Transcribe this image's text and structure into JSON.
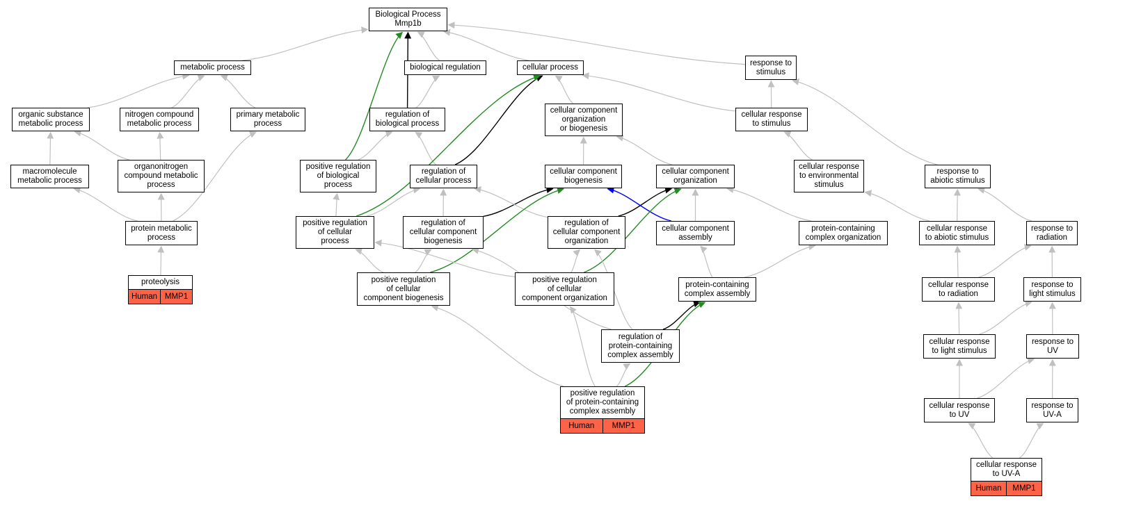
{
  "colors": {
    "gray": "#c0c0c0",
    "black": "#000000",
    "green": "#228b22",
    "blue": "#0000ff",
    "annotation": "#ff6347"
  },
  "nodes": [
    {
      "id": "bp",
      "lines": [
        "Biological Process",
        "Mmp1b"
      ]
    },
    {
      "id": "metab",
      "lines": [
        "metabolic process"
      ]
    },
    {
      "id": "bioreg",
      "lines": [
        "biological regulation"
      ]
    },
    {
      "id": "cellproc",
      "lines": [
        "cellular process"
      ]
    },
    {
      "id": "respstim",
      "lines": [
        "response to",
        "stimulus"
      ]
    },
    {
      "id": "orgsub",
      "lines": [
        "organic substance",
        "metabolic process"
      ]
    },
    {
      "id": "nitro",
      "lines": [
        "nitrogen compound",
        "metabolic process"
      ]
    },
    {
      "id": "primary",
      "lines": [
        "primary metabolic",
        "process"
      ]
    },
    {
      "id": "regbio",
      "lines": [
        "regulation of",
        "biological process"
      ]
    },
    {
      "id": "ccorgbio",
      "lines": [
        "cellular component",
        "organization",
        "or biogenesis"
      ]
    },
    {
      "id": "cellresp",
      "lines": [
        "cellular response",
        "to stimulus"
      ]
    },
    {
      "id": "macro",
      "lines": [
        "macromolecule",
        "metabolic process"
      ]
    },
    {
      "id": "organonit",
      "lines": [
        "organonitrogen",
        "compound metabolic",
        "process"
      ]
    },
    {
      "id": "posregbio",
      "lines": [
        "positive regulation",
        "of biological",
        "process"
      ]
    },
    {
      "id": "regcell",
      "lines": [
        "regulation of",
        "cellular process"
      ]
    },
    {
      "id": "ccbio",
      "lines": [
        "cellular component",
        "biogenesis"
      ]
    },
    {
      "id": "ccorg",
      "lines": [
        "cellular component",
        "organization"
      ]
    },
    {
      "id": "cellrespenv",
      "lines": [
        "cellular response",
        "to environmental",
        "stimulus"
      ]
    },
    {
      "id": "respabio",
      "lines": [
        "response to",
        "abiotic stimulus"
      ]
    },
    {
      "id": "protmetab",
      "lines": [
        "protein metabolic",
        "process"
      ]
    },
    {
      "id": "posregcell",
      "lines": [
        "positive regulation",
        "of cellular",
        "process"
      ]
    },
    {
      "id": "regccbio",
      "lines": [
        "regulation of",
        "cellular component",
        "biogenesis"
      ]
    },
    {
      "id": "regccorg",
      "lines": [
        "regulation of",
        "cellular component",
        "organization"
      ]
    },
    {
      "id": "ccassem",
      "lines": [
        "cellular component",
        "assembly"
      ]
    },
    {
      "id": "pcorg",
      "lines": [
        "protein-containing",
        "complex organization"
      ]
    },
    {
      "id": "cellrespabio",
      "lines": [
        "cellular response",
        "to abiotic stimulus"
      ]
    },
    {
      "id": "resprad",
      "lines": [
        "response to",
        "radiation"
      ]
    },
    {
      "id": "proteolysis",
      "lines": [
        "proteolysis"
      ],
      "annotation": [
        "Human",
        "MMP1"
      ]
    },
    {
      "id": "posregccbio",
      "lines": [
        "positive regulation",
        "of cellular",
        "component biogenesis"
      ]
    },
    {
      "id": "posregccorg",
      "lines": [
        "positive regulation",
        "of cellular",
        "component organization"
      ]
    },
    {
      "id": "pcassem",
      "lines": [
        "protein-containing",
        "complex assembly"
      ]
    },
    {
      "id": "cellresprad",
      "lines": [
        "cellular response",
        "to radiation"
      ]
    },
    {
      "id": "resplight",
      "lines": [
        "response to",
        "light stimulus"
      ]
    },
    {
      "id": "regpcassem",
      "lines": [
        "regulation of",
        "protein-containing",
        "complex assembly"
      ]
    },
    {
      "id": "cellresplight",
      "lines": [
        "cellular response",
        "to light stimulus"
      ]
    },
    {
      "id": "respuv",
      "lines": [
        "response to",
        "UV"
      ]
    },
    {
      "id": "posregpcassem",
      "lines": [
        "positive regulation",
        "of protein-containing",
        "complex assembly"
      ],
      "annotation": [
        "Human",
        "MMP1"
      ]
    },
    {
      "id": "cellrespuv",
      "lines": [
        "cellular response",
        "to UV"
      ]
    },
    {
      "id": "respuva",
      "lines": [
        "response to",
        "UV-A"
      ]
    },
    {
      "id": "cellrespuva",
      "lines": [
        "cellular response",
        "to UV-A"
      ],
      "annotation": [
        "Human",
        "MMP1"
      ]
    }
  ],
  "edges": [
    {
      "from": "metab",
      "to": "bp",
      "color": "gray"
    },
    {
      "from": "bioreg",
      "to": "bp",
      "color": "gray"
    },
    {
      "from": "cellproc",
      "to": "bp",
      "color": "gray"
    },
    {
      "from": "respstim",
      "to": "bp",
      "color": "gray"
    },
    {
      "from": "orgsub",
      "to": "metab",
      "color": "gray"
    },
    {
      "from": "nitro",
      "to": "metab",
      "color": "gray"
    },
    {
      "from": "primary",
      "to": "metab",
      "color": "gray"
    },
    {
      "from": "regbio",
      "to": "bioreg",
      "color": "gray"
    },
    {
      "from": "regbio",
      "to": "bp",
      "color": "black"
    },
    {
      "from": "ccorgbio",
      "to": "cellproc",
      "color": "gray"
    },
    {
      "from": "cellresp",
      "to": "cellproc",
      "color": "gray"
    },
    {
      "from": "cellresp",
      "to": "respstim",
      "color": "gray"
    },
    {
      "from": "macro",
      "to": "orgsub",
      "color": "gray"
    },
    {
      "from": "organonit",
      "to": "orgsub",
      "color": "gray"
    },
    {
      "from": "organonit",
      "to": "nitro",
      "color": "gray"
    },
    {
      "from": "posregbio",
      "to": "regbio",
      "color": "gray"
    },
    {
      "from": "posregbio",
      "to": "bp",
      "color": "green"
    },
    {
      "from": "regcell",
      "to": "regbio",
      "color": "gray"
    },
    {
      "from": "regcell",
      "to": "cellproc",
      "color": "black"
    },
    {
      "from": "ccbio",
      "to": "ccorgbio",
      "color": "gray"
    },
    {
      "from": "ccorg",
      "to": "ccorgbio",
      "color": "gray"
    },
    {
      "from": "cellrespenv",
      "to": "cellresp",
      "color": "gray"
    },
    {
      "from": "respabio",
      "to": "respstim",
      "color": "gray"
    },
    {
      "from": "protmetab",
      "to": "macro",
      "color": "gray"
    },
    {
      "from": "protmetab",
      "to": "organonit",
      "color": "gray"
    },
    {
      "from": "protmetab",
      "to": "primary",
      "color": "gray"
    },
    {
      "from": "posregcell",
      "to": "posregbio",
      "color": "gray"
    },
    {
      "from": "posregcell",
      "to": "regcell",
      "color": "gray"
    },
    {
      "from": "posregcell",
      "to": "cellproc",
      "color": "green"
    },
    {
      "from": "regccbio",
      "to": "regcell",
      "color": "gray"
    },
    {
      "from": "regccbio",
      "to": "ccbio",
      "color": "black"
    },
    {
      "from": "regccorg",
      "to": "regcell",
      "color": "gray"
    },
    {
      "from": "regccorg",
      "to": "ccorg",
      "color": "black"
    },
    {
      "from": "ccassem",
      "to": "ccbio",
      "color": "blue"
    },
    {
      "from": "ccassem",
      "to": "ccorg",
      "color": "gray"
    },
    {
      "from": "pcorg",
      "to": "ccorg",
      "color": "gray"
    },
    {
      "from": "cellrespabio",
      "to": "cellrespenv",
      "color": "gray"
    },
    {
      "from": "cellrespabio",
      "to": "respabio",
      "color": "gray"
    },
    {
      "from": "resprad",
      "to": "respabio",
      "color": "gray"
    },
    {
      "from": "proteolysis",
      "to": "protmetab",
      "color": "gray"
    },
    {
      "from": "posregccbio",
      "to": "posregcell",
      "color": "gray"
    },
    {
      "from": "posregccbio",
      "to": "regccbio",
      "color": "gray"
    },
    {
      "from": "posregccbio",
      "to": "ccbio",
      "color": "green"
    },
    {
      "from": "posregccorg",
      "to": "posregcell",
      "color": "gray"
    },
    {
      "from": "posregccorg",
      "to": "regccorg",
      "color": "gray"
    },
    {
      "from": "posregccorg",
      "to": "ccorg",
      "color": "green"
    },
    {
      "from": "pcassem",
      "to": "ccassem",
      "color": "gray"
    },
    {
      "from": "pcassem",
      "to": "pcorg",
      "color": "gray"
    },
    {
      "from": "cellresprad",
      "to": "cellrespabio",
      "color": "gray"
    },
    {
      "from": "cellresprad",
      "to": "resprad",
      "color": "gray"
    },
    {
      "from": "resplight",
      "to": "resprad",
      "color": "gray"
    },
    {
      "from": "regpcassem",
      "to": "regccbio",
      "color": "gray"
    },
    {
      "from": "regpcassem",
      "to": "regccorg",
      "color": "gray"
    },
    {
      "from": "regpcassem",
      "to": "pcassem",
      "color": "black"
    },
    {
      "from": "cellresplight",
      "to": "cellresprad",
      "color": "gray"
    },
    {
      "from": "cellresplight",
      "to": "resplight",
      "color": "gray"
    },
    {
      "from": "respuv",
      "to": "resplight",
      "color": "gray"
    },
    {
      "from": "posregpcassem",
      "to": "regpcassem",
      "color": "gray"
    },
    {
      "from": "posregpcassem",
      "to": "posregccbio",
      "color": "gray"
    },
    {
      "from": "posregpcassem",
      "to": "posregccorg",
      "color": "gray"
    },
    {
      "from": "posregpcassem",
      "to": "pcassem",
      "color": "green"
    },
    {
      "from": "cellrespuv",
      "to": "cellresplight",
      "color": "gray"
    },
    {
      "from": "cellrespuv",
      "to": "respuv",
      "color": "gray"
    },
    {
      "from": "respuva",
      "to": "respuv",
      "color": "gray"
    },
    {
      "from": "cellrespuva",
      "to": "cellrespuv",
      "color": "gray"
    },
    {
      "from": "cellrespuva",
      "to": "respuva",
      "color": "gray"
    }
  ]
}
